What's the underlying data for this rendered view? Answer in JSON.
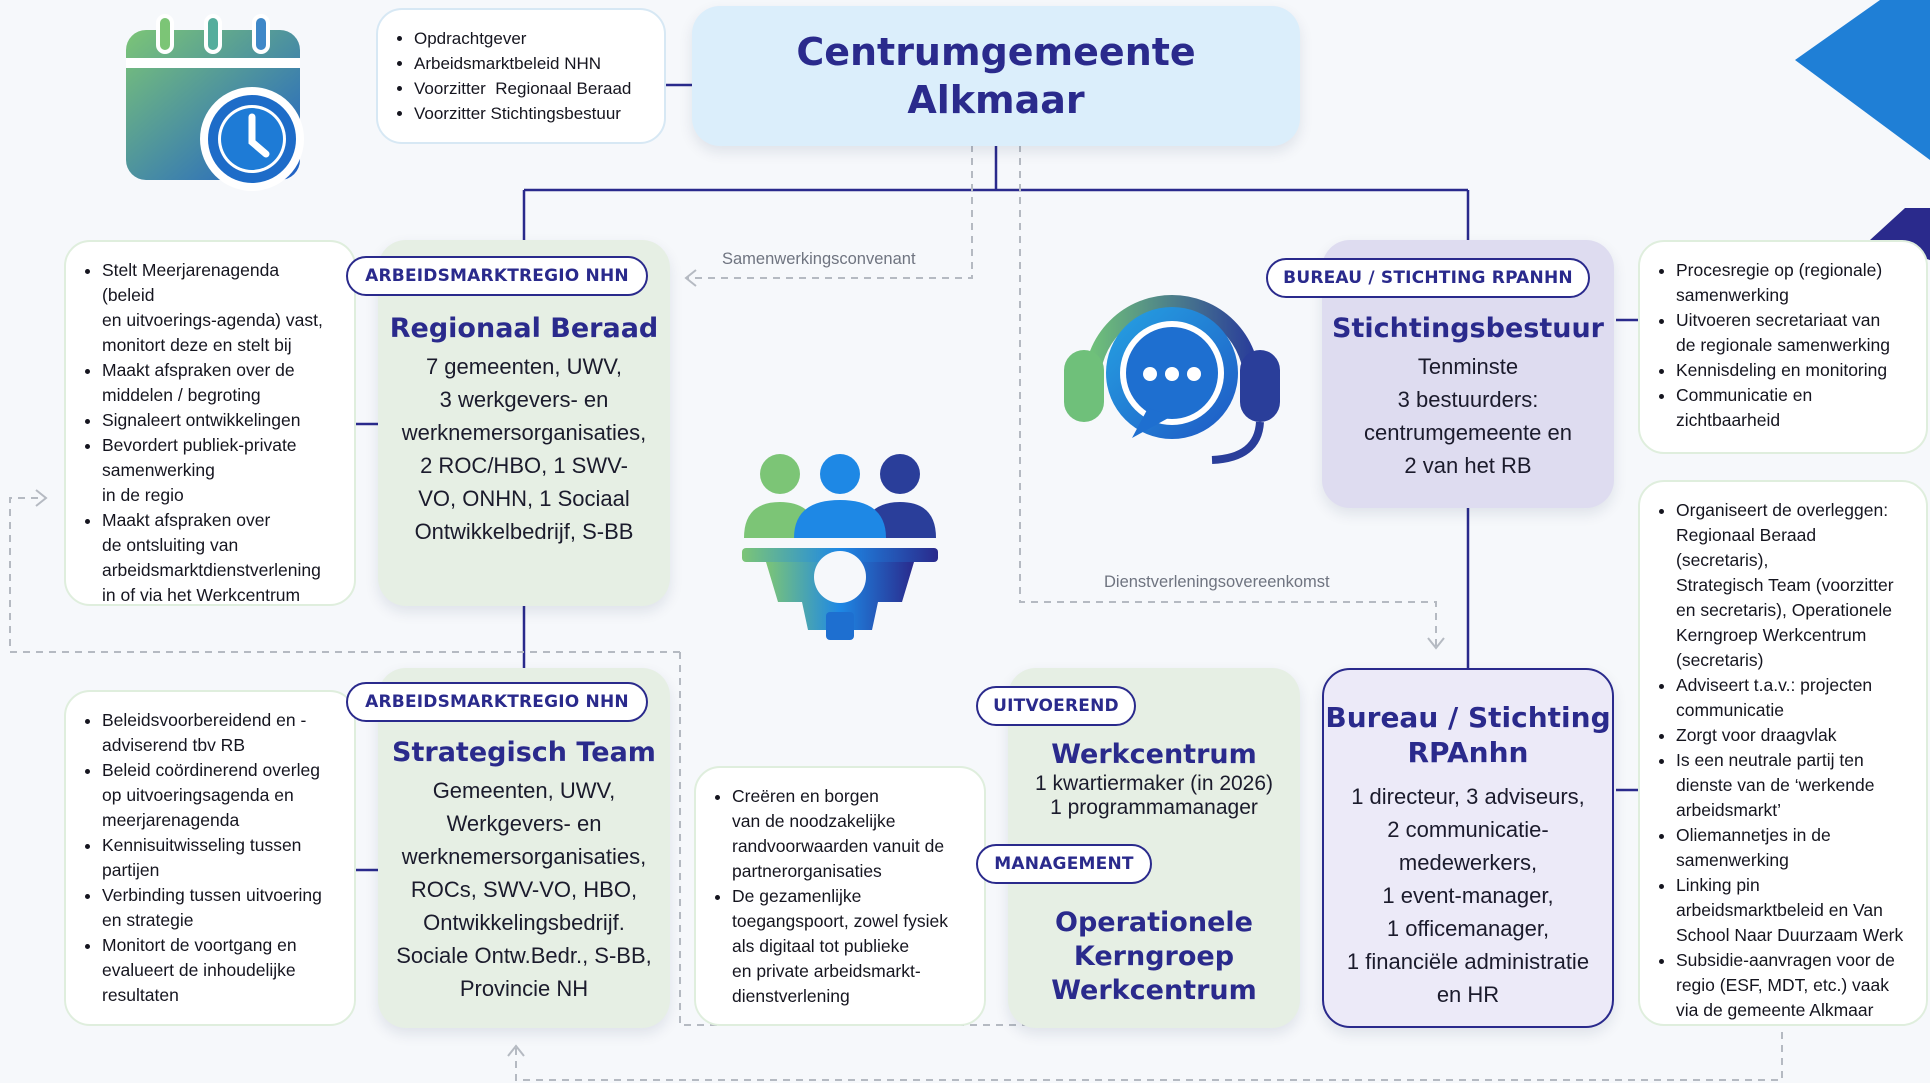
{
  "top": {
    "title_line1": "Centrumgemeente",
    "title_line2": "Alkmaar",
    "roles": [
      "Opdrachtgever",
      "Arbeidsmarktbeleid NHN",
      "Voorzitter  Regionaal Beraad",
      "Voorzitter Stichtingsbestuur"
    ]
  },
  "connectors": {
    "samenwerking": "Samenwerkingsconvenant",
    "dienstverlening": "Dienstverleningsovereenkomst"
  },
  "regionaal_beraad": {
    "badge": "ARBEIDSMARKTREGIO NHN",
    "title": "Regionaal Beraad",
    "lines": [
      "7 gemeenten, UWV,",
      "3 werkgevers- en",
      "werknemersorganisaties,",
      "2 ROC/HBO, 1 SWV-",
      "VO, ONHN, 1 Sociaal",
      "Ontwikkelbedrijf, S-BB"
    ],
    "notes": [
      [
        "Stelt Meerjarenagenda (beleid",
        "en uitvoerings-agenda) vast,",
        "monitort deze en stelt bij"
      ],
      [
        "Maakt afspraken over de",
        "middelen / begroting"
      ],
      [
        "Signaleert ontwikkelingen"
      ],
      [
        "Bevordert publiek-private",
        "samenwerking",
        "in de regio"
      ],
      [
        "Maakt afspraken over",
        "de ontsluiting van",
        "arbeidsmarktdienstverlening",
        "in of via het Werkcentrum"
      ]
    ]
  },
  "strategisch_team": {
    "badge": "ARBEIDSMARKTREGIO NHN",
    "title": "Strategisch Team",
    "lines": [
      "Gemeenten, UWV,",
      "Werkgevers- en",
      "werknemersorganisaties,",
      "ROCs, SWV-VO, HBO,",
      "Ontwikkelingsbedrijf.",
      "Sociale Ontw.Bedr., S-BB,",
      "Provincie NH"
    ],
    "notes": [
      [
        "Beleidsvoorbereidend en -",
        "adviserend tbv RB"
      ],
      [
        "Beleid coördinerend overleg",
        "op uitvoeringsagenda en",
        "meerjarenagenda"
      ],
      [
        "Kennisuitwisseling tussen",
        "partijen"
      ],
      [
        "Verbinding tussen uitvoering",
        "en strategie"
      ],
      [
        "Monitort de voortgang en",
        "evalueert de inhoudelijke",
        "resultaten"
      ]
    ]
  },
  "werkcentrum_note": [
    [
      "Creëren en borgen",
      "van de noodzakelijke",
      "randvoorwaarden vanuit de",
      "partnerorganisaties"
    ],
    [
      "De gezamenlijke",
      "toegangspoort, zowel fysiek",
      "als digitaal tot publieke",
      "en private arbeidsmarkt-",
      "dienstverlening"
    ]
  ],
  "werkcentrum": {
    "badge_uitvoerend": "UITVOEREND",
    "title": "Werkcentrum",
    "line1": "1 kwartiermaker (in 2026)",
    "line2": "1 programmamanager",
    "badge_management": "MANAGEMENT",
    "kern_lines": [
      "Operationele",
      "Kerngroep",
      "Werkcentrum"
    ]
  },
  "stichtingsbestuur": {
    "badge": "BUREAU / STICHTING RPANHN",
    "title": "Stichtingsbestuur",
    "lines": [
      "Tenminste",
      "3 bestuurders:",
      "centrumgemeente en",
      "2 van het RB"
    ],
    "notes": [
      [
        "Procesregie op (regionale)",
        "samenwerking"
      ],
      [
        "Uitvoeren secretariaat van",
        "de regionale samenwerking"
      ],
      [
        "Kennisdeling en monitoring"
      ],
      [
        "Communicatie en",
        "zichtbaarheid"
      ]
    ]
  },
  "bureau": {
    "title_line1": "Bureau / Stichting",
    "title_line2": "RPAnhn",
    "lines": [
      "1 directeur, 3 adviseurs,",
      "2 communicatie-",
      "medewerkers,",
      "1 event-manager,",
      "1 officemanager,",
      "1 financiële administratie",
      "en HR"
    ],
    "notes": [
      [
        "Organiseert de overleggen:",
        "Regionaal Beraad (secretaris),",
        "Strategisch Team (voorzitter",
        "en secretaris), Operationele",
        "Kerngroep Werkcentrum",
        "(secretaris)"
      ],
      [
        "Adviseert t.a.v.: projecten",
        "communicatie"
      ],
      [
        "Zorgt voor draagvlak"
      ],
      [
        "Is een neutrale partij ten",
        "dienste van de ‘werkende",
        "arbeidsmarkt’"
      ],
      [
        "Oliemannetjes in de",
        "samenwerking"
      ],
      [
        "Linking pin",
        "arbeidsmarktbeleid en Van",
        "School Naar Duurzaam Werk"
      ],
      [
        "Subsidie-aanvragen voor de",
        "regio (ESF, MDT, etc.) vaak",
        "via de gemeente Alkmaar"
      ]
    ]
  },
  "icons": [
    "calendar-clock-icon",
    "headset-chat-icon",
    "team-gear-icon"
  ],
  "colors": {
    "navy": "#2a2a8c",
    "green_card": "#e6efe4",
    "lavender_card": "#dedcf0",
    "top_card": "#dbeefb",
    "accent_blue": "#1e88e5"
  }
}
